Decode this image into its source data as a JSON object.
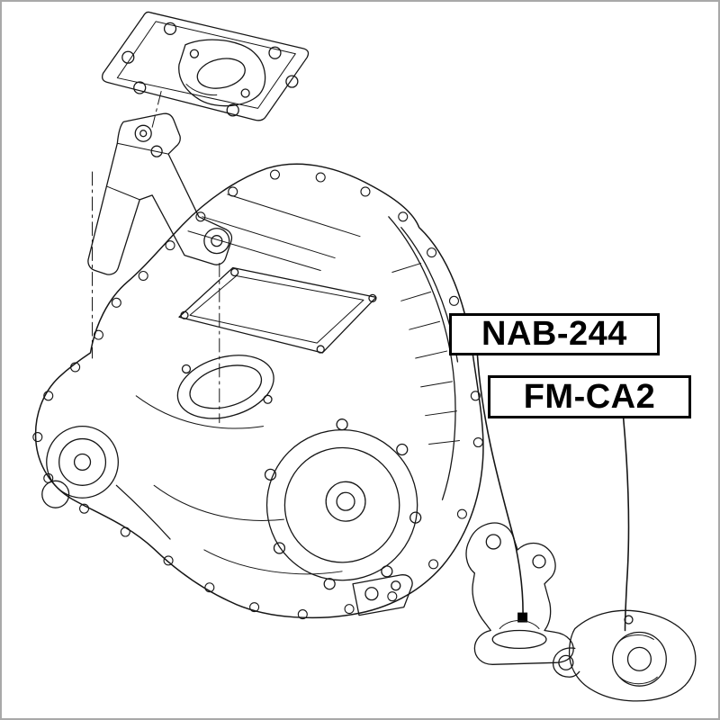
{
  "page": {
    "background": "#ffffff",
    "frame_color": "#a9a9a9",
    "line_color": "#161616"
  },
  "diagram": {
    "type": "exploded-parts-line-drawing",
    "labels": [
      {
        "text": "NAB-244"
      },
      {
        "text": "FM-CA2"
      }
    ]
  }
}
